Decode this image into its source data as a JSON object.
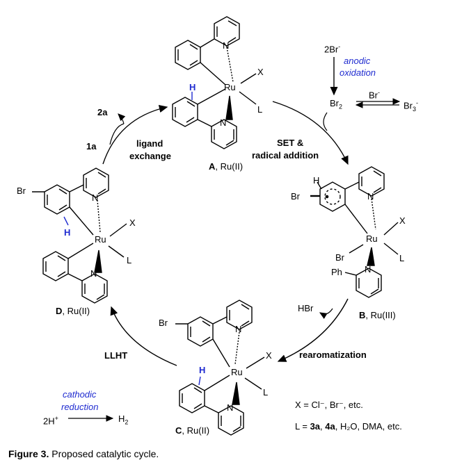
{
  "cycle": {
    "complex_A": {
      "label": "A",
      "state": "Ru(II)",
      "metal": "Ru",
      "x_ligand": "X",
      "l_ligand": "L",
      "h": "H",
      "n": "N"
    },
    "complex_B": {
      "label": "B",
      "state": "Ru(III)",
      "metal": "Ru",
      "x_ligand": "X",
      "l_ligand": "L",
      "br_ligand": "Br",
      "br_ring": "Br",
      "h": "H",
      "ph": "Ph",
      "n": "N"
    },
    "complex_C": {
      "label": "C",
      "state": "Ru(II)",
      "metal": "Ru",
      "x_ligand": "X",
      "l_ligand": "L",
      "br_ring": "Br",
      "h": "H",
      "n": "N"
    },
    "complex_D": {
      "label": "D",
      "state": "Ru(II)",
      "metal": "Ru",
      "x_ligand": "X",
      "l_ligand": "L",
      "br_ring": "Br",
      "h": "H",
      "n": "N"
    },
    "steps": {
      "set_line1": "SET &",
      "set_line2": "radical addition",
      "rearomatization": "rearomatization",
      "llht": "LLHT",
      "ligand_line1": "ligand",
      "ligand_line2": "exchange"
    },
    "species": {
      "in": "1a",
      "out": "2a",
      "hbr": "HBr"
    }
  },
  "anode": {
    "reactant": "2Br",
    "reactant_charge": "-",
    "label_line1": "anodic",
    "label_line2": "oxidation",
    "product": "Br",
    "product_sub": "2",
    "bromide": "Br",
    "bromide_charge": "-",
    "tribromide": "Br",
    "tribromide_sub": "3",
    "tribromide_charge": "-"
  },
  "cathode": {
    "label_line1": "cathodic",
    "label_line2": "reduction",
    "reactant": "2H",
    "reactant_charge": "+",
    "product": "H",
    "product_sub": "2"
  },
  "legend": {
    "x_line": "X = Cl⁻, Br⁻,  etc.",
    "l_prefix": "L = ",
    "l_3a": "3a",
    "l_sep": ", ",
    "l_4a": "4a",
    "l_suffix": ", H₂O, DMA, etc."
  },
  "caption": {
    "fig": "Figure 3.",
    "text": " Proposed catalytic cycle."
  },
  "colors": {
    "accent": "#1f2bd0",
    "ink": "#000000"
  }
}
